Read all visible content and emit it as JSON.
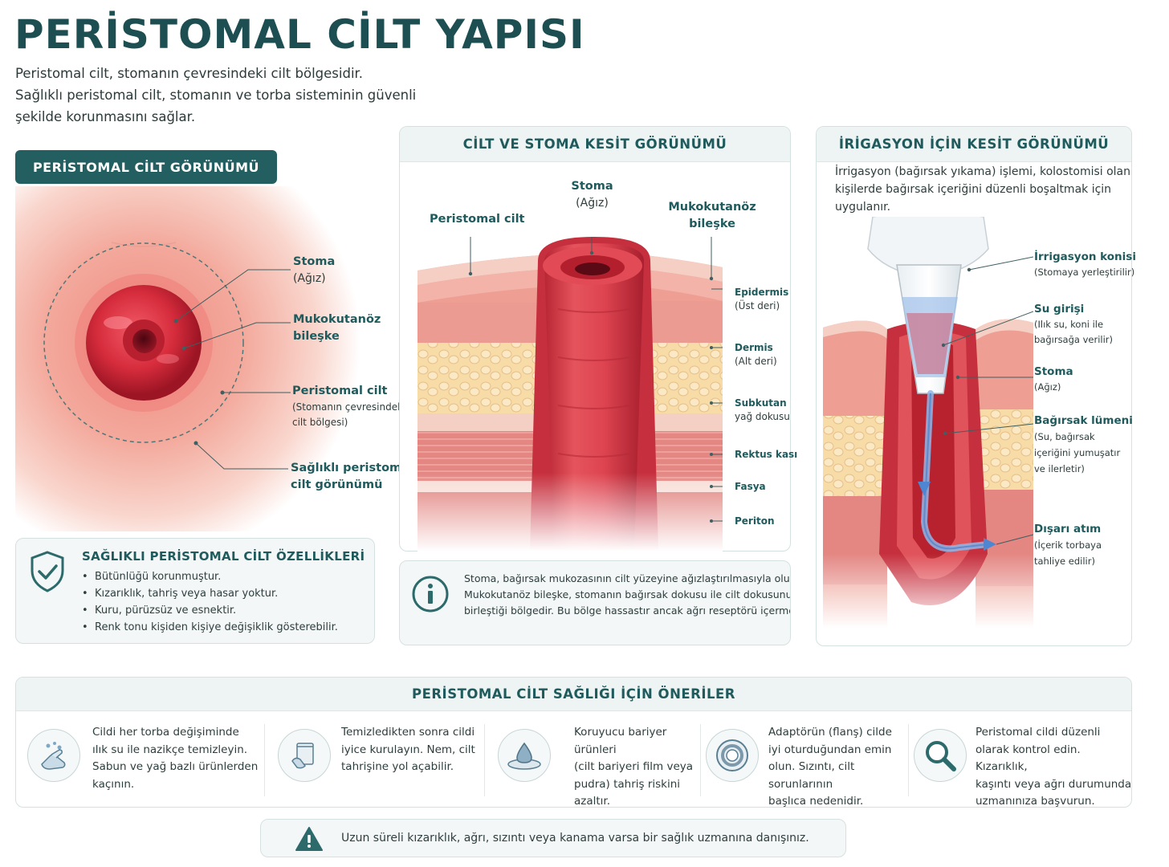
{
  "title": "PERİSTOMAL CİLT YAPISI",
  "intro": [
    "Peristomal cilt, stomanın çevresindeki cilt bölgesidir.",
    "Sağlıklı peristomal cilt, stomanın ve torba sisteminin güvenli",
    "şekilde korunmasını sağlar."
  ],
  "view_panel": {
    "title": "PERİSTOMAL CİLT GÖRÜNÜMÜ",
    "labels": [
      {
        "title": "Stoma",
        "sub": "(Ağız)"
      },
      {
        "title": "Mukokutanöz",
        "title2": "bileşke"
      },
      {
        "title": "Peristomal cilt",
        "sub": "(Stomanın çevresindeki",
        "sub2": "cilt bölgesi)"
      },
      {
        "title": "Sağlıklı peristomal",
        "title2": "cilt görünümü"
      }
    ]
  },
  "features": {
    "title": "SAĞLIKLI PERİSTOMAL CİLT ÖZELLİKLERİ",
    "items": [
      "Bütünlüğü korunmuştur.",
      "Kızarıklık, tahriş veya hasar yoktur.",
      "Kuru, pürüzsüz ve esnektir.",
      "Renk tonu kişiden kişiye değişiklik gösterebilir."
    ]
  },
  "cross_section": {
    "title": "CİLT VE STOMA KESİT GÖRÜNÜMÜ",
    "top_labels": {
      "stoma": "Stoma",
      "stoma_sub": "(Ağız)",
      "peristomal": "Peristomal cilt",
      "mukokutanoz": "Mukokutanöz",
      "mukokutanoz2": "bileşke"
    },
    "layers": [
      {
        "title": "Epidermis",
        "sub": "(Üst deri)"
      },
      {
        "title": "Dermis",
        "sub": "(Alt deri)"
      },
      {
        "title": "Subkutan",
        "sub": "yağ dokusu"
      },
      {
        "title": "Rektus kası",
        "sub": ""
      },
      {
        "title": "Fasya",
        "sub": ""
      },
      {
        "title": "Periton",
        "sub": ""
      }
    ],
    "info": [
      "Stoma, bağırsak mukozasının cilt yüzeyine ağızlaştırılmasıyla oluşur.",
      "Mukokutanöz bileşke, stomanın bağırsak dokusu ile cilt dokusunun",
      "birleştiği bölgedir. Bu bölge hassastır ancak ağrı reseptörü içermez."
    ]
  },
  "irrigation": {
    "title": "İRİGASYON İÇİN KESİT GÖRÜNÜMÜ",
    "intro": [
      "İrrigasyon (bağırsak yıkama) işlemi, kolostomisi olan",
      "kişilerde bağırsak içeriğini düzenli boşaltmak için",
      "uygulanır."
    ],
    "labels": [
      {
        "title": "İrrigasyon konisi",
        "sub": [
          "(Stomaya yerleştirilir)"
        ]
      },
      {
        "title": "Su girişi",
        "sub": [
          "(Ilık su, koni ile",
          "bağırsağa verilir)"
        ]
      },
      {
        "title": "Stoma",
        "sub": [
          "(Ağız)"
        ]
      },
      {
        "title": "Bağırsak lümeni",
        "sub": [
          "(Su, bağırsak",
          "içeriğini yumuşatır",
          "ve ilerletir)"
        ]
      },
      {
        "title": "Dışarı atım",
        "sub": [
          "(İçerik torbaya",
          "tahliye edilir)"
        ]
      }
    ]
  },
  "recommendations": {
    "title": "PERİSTOMAL CİLT SAĞLIĞI İÇİN ÖNERİLER",
    "items": [
      {
        "icon": "hand-washing-icon",
        "lines": [
          "Cildi her torba değişiminde",
          "ılık su ile nazikçe temizleyin.",
          "Sabun ve yağ bazlı ürünlerden",
          "kaçının."
        ]
      },
      {
        "icon": "towel-icon",
        "lines": [
          "Temizledikten sonra cildi",
          "iyice kurulayın. Nem, cilt",
          "tahrişine yol açabilir."
        ]
      },
      {
        "icon": "barrier-drop-icon",
        "lines": [
          "Koruyucu bariyer ürünleri",
          "(cilt bariyeri film veya",
          "pudra) tahriş riskini",
          "azaltır."
        ]
      },
      {
        "icon": "flange-ring-icon",
        "lines": [
          "Adaptörün (flanş) cilde",
          "iyi oturduğundan emin",
          "olun. Sızıntı, cilt sorunlarının",
          "başlıca nedenidir."
        ]
      },
      {
        "icon": "magnifier-icon",
        "lines": [
          "Peristomal cildi düzenli",
          "olarak kontrol edin. Kızarıklık,",
          "kaşıntı veya ağrı durumunda",
          "uzmanınıza başvurun."
        ]
      }
    ]
  },
  "warning": "Uzun süreli kızarıklık, ağrı, sızıntı veya kanama varsa bir sağlık uzmanına danışınız.",
  "colors": {
    "accent": "#1f5a5c",
    "pill": "#235f60",
    "stoma": "#d8323e",
    "fat": "#f7dca8",
    "muscle": "#e48783",
    "water": "#8fb6e8"
  }
}
